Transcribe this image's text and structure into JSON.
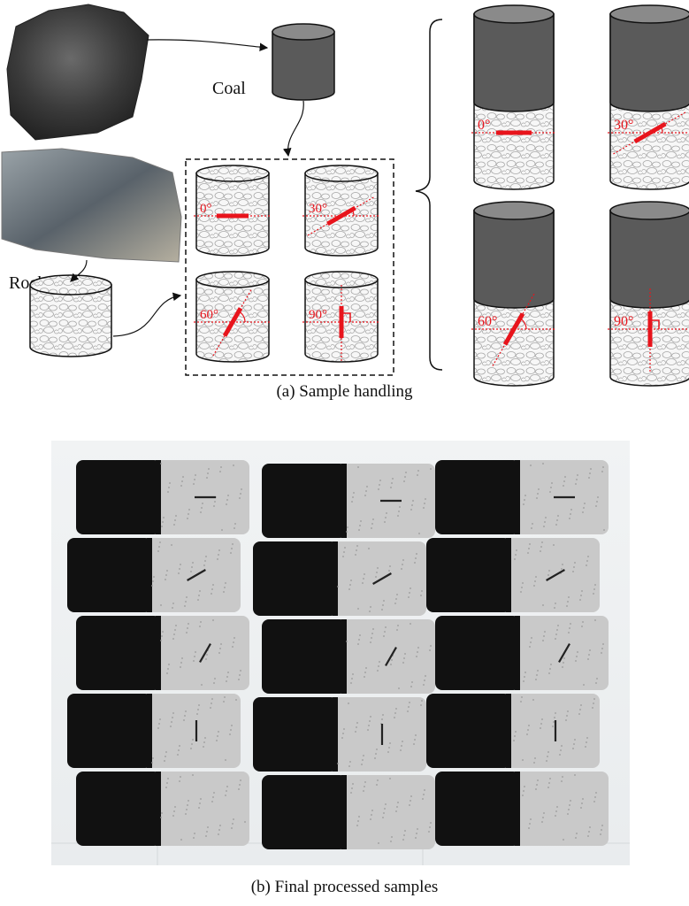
{
  "part_a": {
    "coal_label": "Coal",
    "rock_label": "Rock",
    "angles": [
      "0°",
      "30°",
      "60°",
      "90°"
    ],
    "caption": "(a) Sample handling"
  },
  "part_b": {
    "caption": "(b) Final processed samples",
    "grid": {
      "columns": 3,
      "rows": 5
    },
    "fissure_angles_by_row": [
      0,
      30,
      60,
      90,
      null
    ]
  },
  "colors": {
    "fissure_red": "#e8141c",
    "coal_gray": "#5a5a5a",
    "coal_black": "#111111",
    "rock_gray": "#c9c9c9"
  }
}
